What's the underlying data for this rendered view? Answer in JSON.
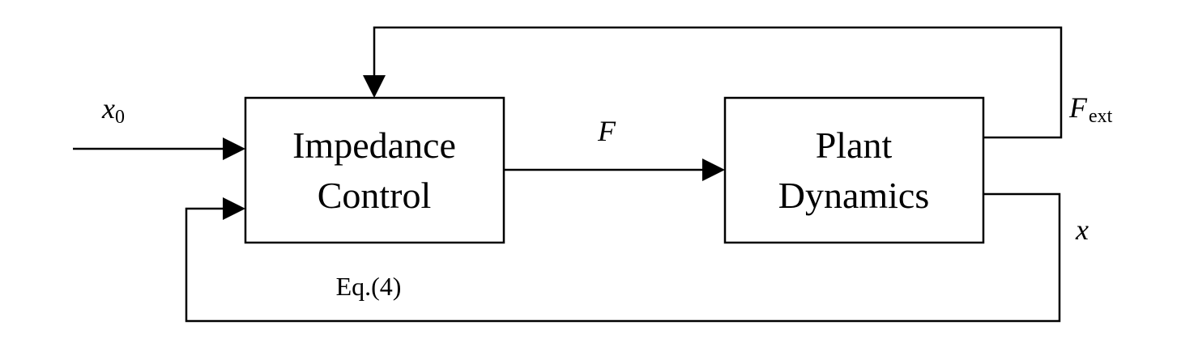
{
  "blocks": {
    "impedance": {
      "line1": "Impedance",
      "line2": "Control",
      "equation": "Eq.(4)"
    },
    "plant": {
      "line1": "Plant",
      "line2": "Dynamics"
    }
  },
  "signals": {
    "reference": {
      "symbol": "x",
      "subscript": "0"
    },
    "force": {
      "symbol": "F"
    },
    "external_force": {
      "symbol": "F",
      "subscript": "ext"
    },
    "position": {
      "symbol": "x"
    }
  }
}
